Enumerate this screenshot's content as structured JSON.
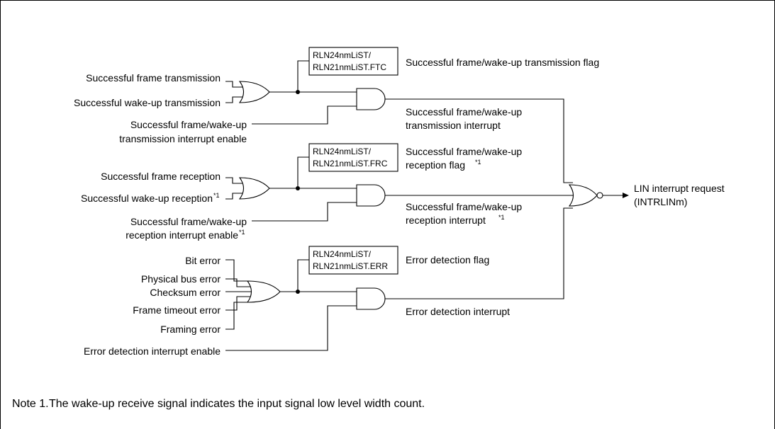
{
  "inputs": {
    "successful_frame_transmission": "Successful frame transmission",
    "successful_wakeup_transmission": "Successful wake-up transmission",
    "transmission_interrupt_enable_line1": "Successful frame/wake-up",
    "transmission_interrupt_enable_line2": "transmission interrupt enable",
    "successful_frame_reception": "Successful frame reception",
    "successful_wakeup_reception": "Successful wake-up reception",
    "reception_interrupt_enable_line1": "Successful frame/wake-up",
    "reception_interrupt_enable_line2": "reception interrupt enable",
    "bit_error": "Bit error",
    "physical_bus_error": "Physical bus error",
    "checksum_error": "Checksum error",
    "frame_timeout_error": "Frame timeout error",
    "framing_error": "Framing error",
    "error_detection_interrupt_enable": "Error detection interrupt enable"
  },
  "registers": {
    "ftc_line1": "RLN24nmLiST/",
    "ftc_line2": "RLN21nmLiST.FTC",
    "frc_line1": "RLN24nmLiST/",
    "frc_line2": "RLN21nmLiST.FRC",
    "err_line1": "RLN24nmLiST/",
    "err_line2": "RLN21nmLiST.ERR"
  },
  "flags": {
    "transmission_flag": "Successful frame/wake-up transmission flag",
    "reception_flag_line1": "Successful frame/wake-up",
    "reception_flag_line2": "reception flag",
    "error_flag": "Error detection flag"
  },
  "interrupts": {
    "transmission_line1": "Successful frame/wake-up",
    "transmission_line2": "transmission interrupt",
    "reception_line1": "Successful frame/wake-up",
    "reception_line2": "reception interrupt",
    "error": "Error detection interrupt"
  },
  "output": {
    "line1": "LIN interrupt request",
    "line2": "(INTRLINm)"
  },
  "footnote_mark": "*1",
  "note": {
    "number": "Note 1.",
    "text": "The wake-up receive signal indicates the input signal low level width count."
  }
}
